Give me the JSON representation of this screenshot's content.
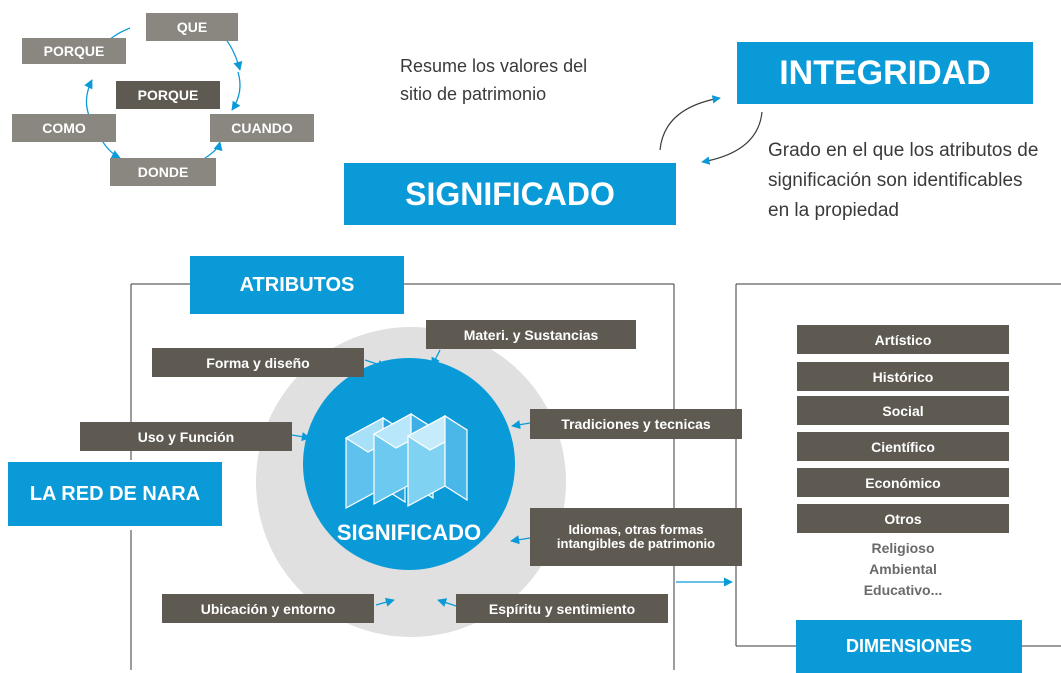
{
  "cycle": {
    "que": "QUE",
    "porque_top": "PORQUE",
    "porque_center": "PORQUE",
    "como": "COMO",
    "cuando": "CUANDO",
    "donde": "DONDE"
  },
  "top": {
    "resume_text": "Resume los valores del sitio de patrimonio",
    "integridad": "INTEGRIDAD",
    "significado": "SIGNIFICADO",
    "grado_text": "Grado en el que los atributos de significación son identificables en la propiedad"
  },
  "atributos": {
    "title": "ATRIBUTOS",
    "center_label": "SIGNIFICADO",
    "items": {
      "materi": "Materi. y Sustancias",
      "forma": "Forma y diseño",
      "uso": "Uso y Función",
      "tradiciones": "Tradiciones y tecnicas",
      "idiomas": "Idiomas, otras formas intangibles de patrimonio",
      "ubicacion": "Ubicación y entorno",
      "espiritu": "Espíritu y sentimiento"
    }
  },
  "red_nara": "LA RED DE NARA",
  "dimensiones": {
    "title": "DIMENSIONES",
    "boxed": [
      "Artístico",
      "Histórico",
      "Social",
      "Científico",
      "Económico",
      "Otros"
    ],
    "extra": [
      "Religioso",
      "Ambiental",
      "Educativo..."
    ]
  },
  "colors": {
    "blue": "#0a9ad8",
    "dark_box": "#5e5a52",
    "gray_box": "#8a8680",
    "halo": "#e0e0e0"
  }
}
